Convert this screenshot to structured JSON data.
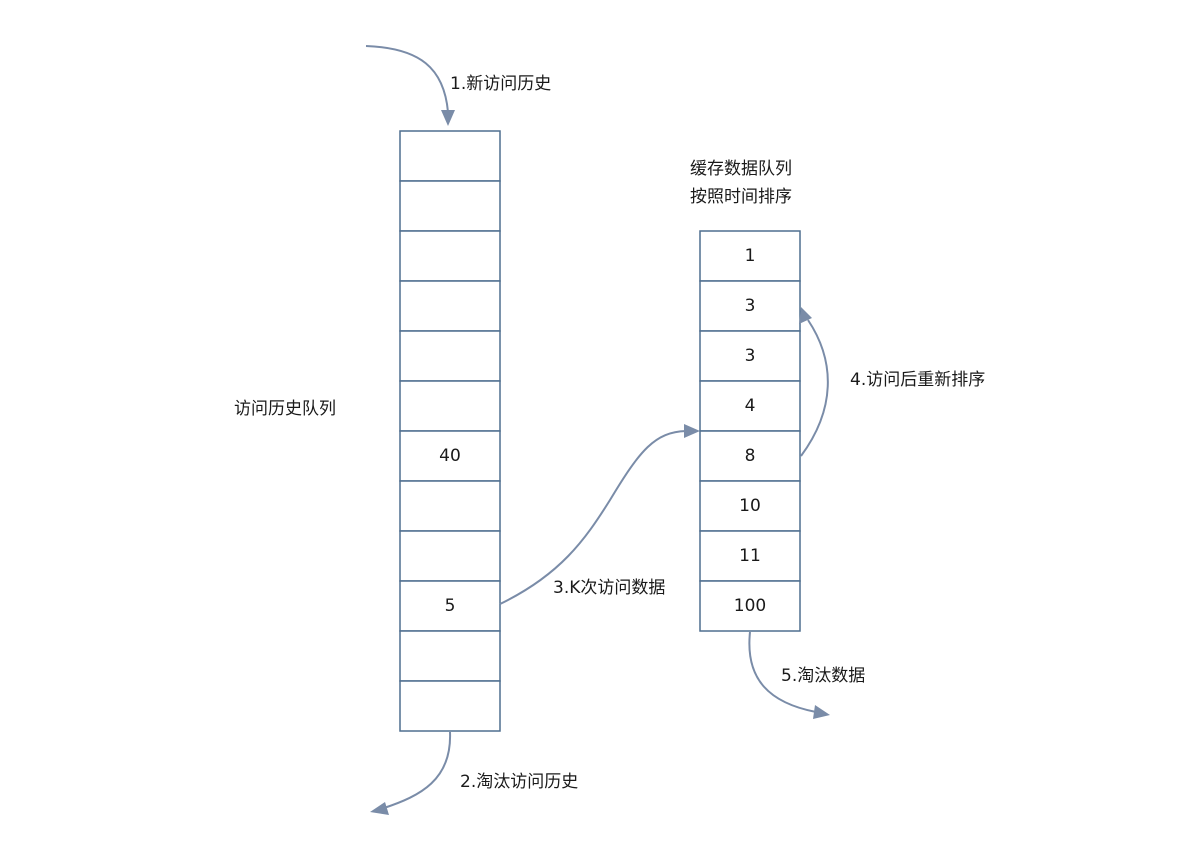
{
  "history_queue": {
    "title": "访问历史队列",
    "cells": [
      "",
      "",
      "",
      "",
      "",
      "",
      "40",
      "",
      "",
      "5",
      "",
      ""
    ]
  },
  "cache_queue": {
    "title_line1": "缓存数据队列",
    "title_line2": "按照时间排序",
    "cells": [
      "1",
      "3",
      "3",
      "4",
      "8",
      "10",
      "11",
      "100"
    ]
  },
  "steps": {
    "step1": "1.新访问历史",
    "step2": "2.淘汰访问历史",
    "step3": "3.K次访问数据",
    "step4": "4.访问后重新排序",
    "step5": "5.淘汰数据"
  },
  "colors": {
    "border": "#4f6f8f",
    "arrow": "#7a8ca8"
  }
}
